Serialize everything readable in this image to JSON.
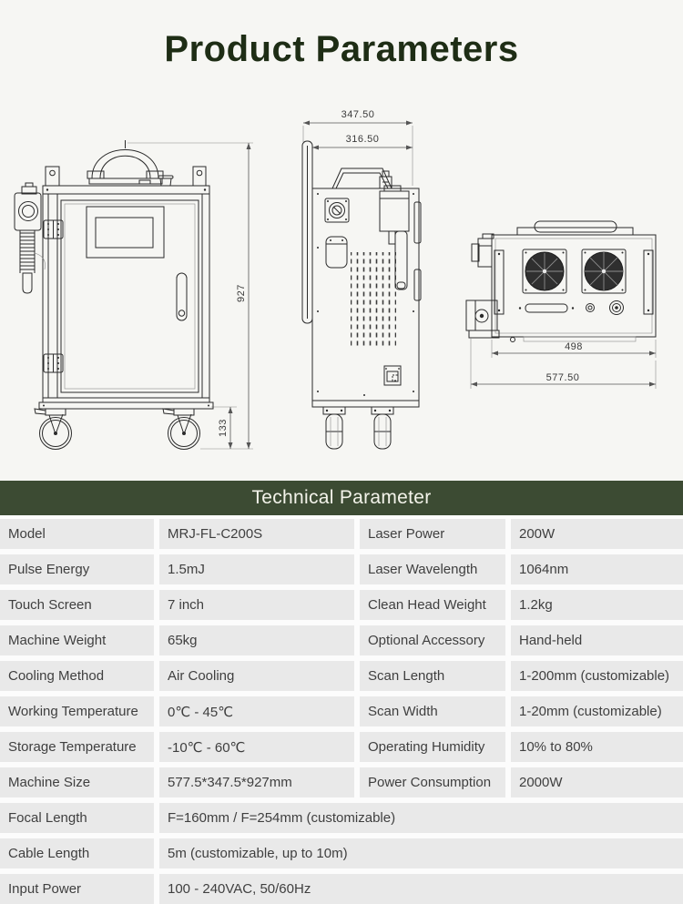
{
  "page": {
    "title": "Product Parameters",
    "section_header": "Technical Parameter"
  },
  "colors": {
    "header_green": "#3c4b33",
    "cell_gray": "#e9e9e9",
    "title_dark_green": "#1e2d15",
    "fan_dark": "#2f2f2f"
  },
  "drawings": {
    "front_view": {
      "dim_height": "927",
      "dim_caster_height": "133"
    },
    "side_view": {
      "dim_depth_outer": "347.50",
      "dim_depth_inner": "316.50"
    },
    "top_view": {
      "dim_width_inner": "498",
      "dim_width_outer": "577.50"
    }
  },
  "table": {
    "rows": [
      {
        "label1": "Model",
        "value1": "MRJ-FL-C200S",
        "label2": "Laser Power",
        "value2": "200W"
      },
      {
        "label1": "Pulse Energy",
        "value1": "1.5mJ",
        "label2": "Laser Wavelength",
        "value2": "1064nm"
      },
      {
        "label1": "Touch Screen",
        "value1": "7 inch",
        "label2": "Clean Head Weight",
        "value2": "1.2kg"
      },
      {
        "label1": "Machine Weight",
        "value1": "65kg",
        "label2": "Optional Accessory",
        "value2": "Hand-held"
      },
      {
        "label1": "Cooling Method",
        "value1": "Air Cooling",
        "label2": "Scan Length",
        "value2": "1-200mm (customizable)"
      },
      {
        "label1": "Working Temperature",
        "value1": "0℃ - 45℃",
        "label2": "Scan Width",
        "value2": "1-20mm (customizable)"
      },
      {
        "label1": "Storage Temperature",
        "value1": "-10℃ - 60℃",
        "label2": "Operating Humidity",
        "value2": "10% to 80%"
      },
      {
        "label1": "Machine Size",
        "value1": "577.5*347.5*927mm",
        "label2": "Power Consumption",
        "value2": "2000W"
      }
    ],
    "wide_rows": [
      {
        "label": "Focal Length",
        "value": "F=160mm / F=254mm (customizable)"
      },
      {
        "label": "Cable Length",
        "value": "5m (customizable, up to 10m)"
      },
      {
        "label": "Input Power",
        "value": "100 - 240VAC, 50/60Hz"
      }
    ]
  }
}
